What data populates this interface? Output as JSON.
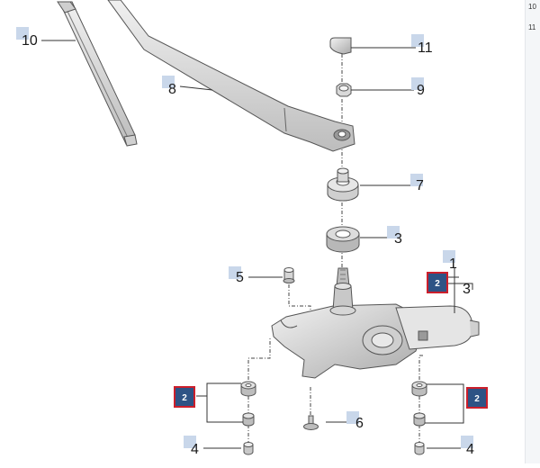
{
  "colors": {
    "marker": "#c9d7ea",
    "badge_fill": "#2e5385",
    "badge_border": "#cc1f2b",
    "part_light": "#e2e2e2",
    "part_mid": "#c4c4c4",
    "part_dark": "#8a8a8a",
    "outline": "#555555"
  },
  "side_panel": {
    "items": [
      "10",
      "11"
    ]
  },
  "callouts": {
    "c1": "1",
    "c3a": "3",
    "c3b": "3",
    "c4a": "4",
    "c4b": "4",
    "c5": "5",
    "c6": "6",
    "c7": "7",
    "c8": "8",
    "c9": "9",
    "c10": "10",
    "c11": "11"
  },
  "badges": {
    "b_motor": "2",
    "b_left": "2",
    "b_right": "2"
  }
}
